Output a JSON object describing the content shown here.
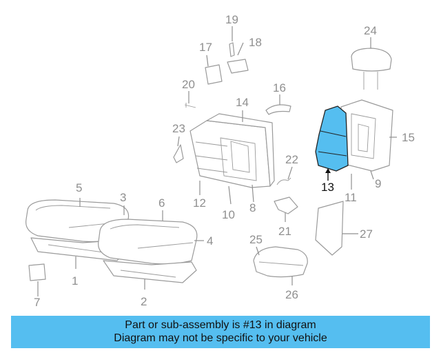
{
  "diagram": {
    "highlight_color": "#55bef0",
    "callouts": {
      "c1": "1",
      "c2": "2",
      "c3": "3",
      "c4": "4",
      "c5": "5",
      "c6": "6",
      "c7": "7",
      "c8": "8",
      "c9": "9",
      "c10": "10",
      "c11": "11",
      "c12": "12",
      "c13": "13",
      "c14": "14",
      "c15": "15",
      "c16": "16",
      "c17": "17",
      "c18": "18",
      "c19": "19",
      "c20": "20",
      "c21": "21",
      "c22": "22",
      "c23": "23",
      "c24": "24",
      "c25": "25",
      "c26": "26",
      "c27": "27"
    }
  },
  "banner": {
    "line1": "Part or sub-assembly is #13 in diagram",
    "line2": "Diagram may not be specific to your vehicle"
  }
}
